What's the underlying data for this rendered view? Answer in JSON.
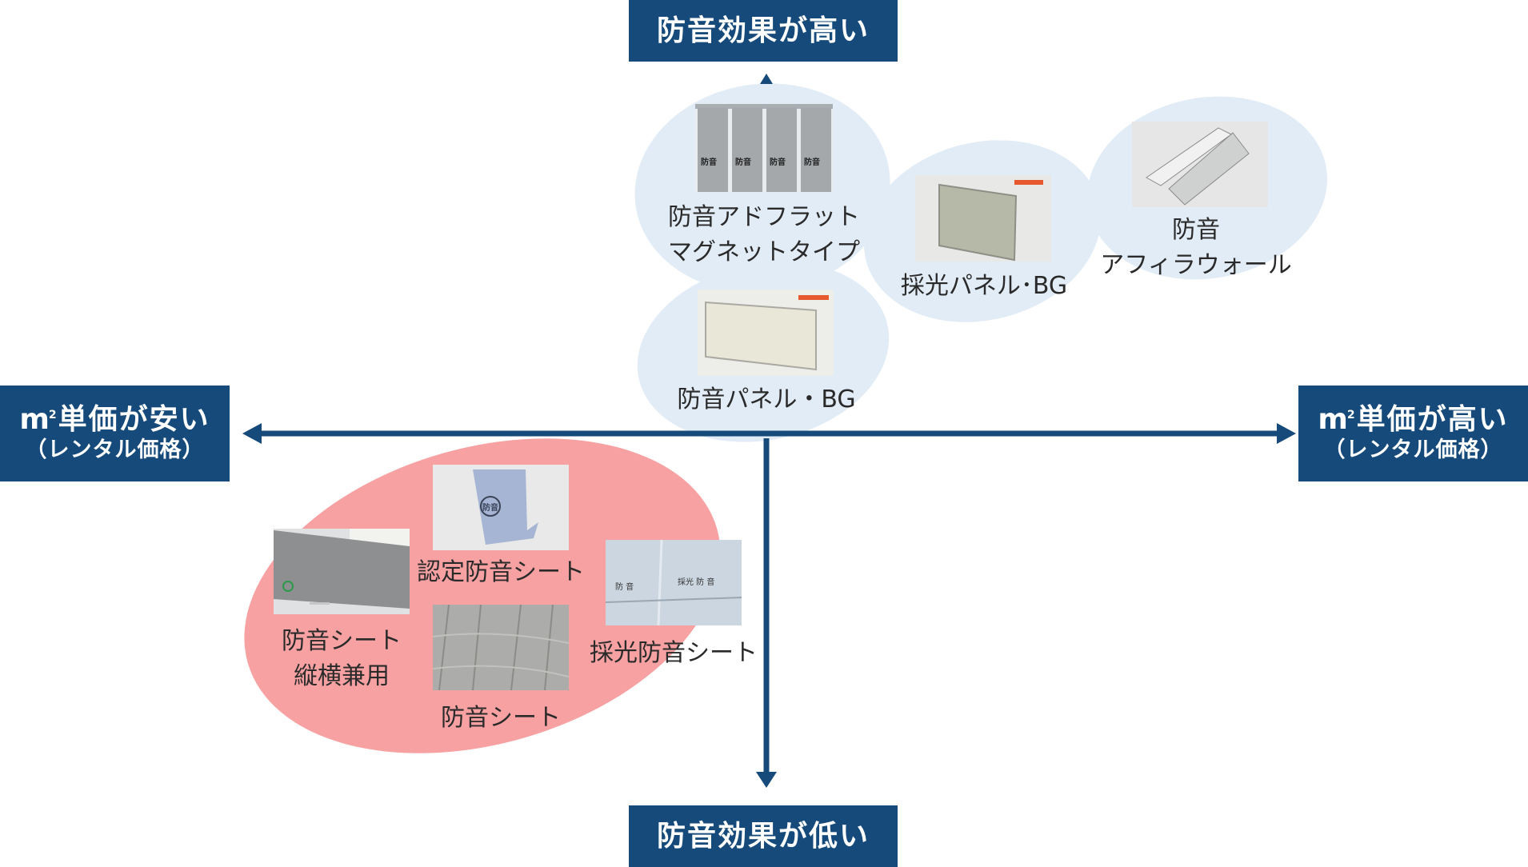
{
  "colors": {
    "axis": "#154a7a",
    "high_group": "#e2ecf6",
    "low_group": "#f7a1a2"
  },
  "axes": {
    "top": {
      "label": "防音効果が高い"
    },
    "bottom": {
      "label": "防音効果が低い"
    },
    "left": {
      "label": "m²単価が安い",
      "unit": "m",
      "unit_sup": "2",
      "text": "単価が安い",
      "sub": "（レンタル価格）"
    },
    "right": {
      "label": "m²単価が高い",
      "unit": "m",
      "unit_sup": "2",
      "text": "単価が高い",
      "sub": "（レンタル価格）"
    }
  },
  "groups": {
    "high": {
      "items": [
        {
          "id": "adflat",
          "line1": "防音アドフラット",
          "line2": "マグネットタイプ",
          "image": "gray-panels-photo",
          "image_text": "防音"
        },
        {
          "id": "saiko-panel",
          "line1": "採光パネル･BG",
          "image": "translucent-panel-photo"
        },
        {
          "id": "afirawall",
          "line1": "防音",
          "line2": "アフィラウォール",
          "image": "folded-panel-photo"
        },
        {
          "id": "bouon-panel",
          "line1": "防音パネル・BG",
          "image": "white-panel-photo"
        }
      ]
    },
    "low": {
      "items": [
        {
          "id": "sheet-tateyoko",
          "line1": "防音シート",
          "line2": "縦横兼用",
          "image": "building-sheet-photo"
        },
        {
          "id": "nintei-sheet",
          "line1": "認定防音シート",
          "image": "blue-sheet-photo",
          "image_text": "防音"
        },
        {
          "id": "sheet",
          "line1": "防音シート",
          "image": "draped-sheet-photo"
        },
        {
          "id": "saiko-sheet",
          "line1": "採光防音シート",
          "image": "clear-sheet-photo",
          "image_text_left": "防 音",
          "image_text_right": "採光 防 音"
        }
      ]
    }
  }
}
